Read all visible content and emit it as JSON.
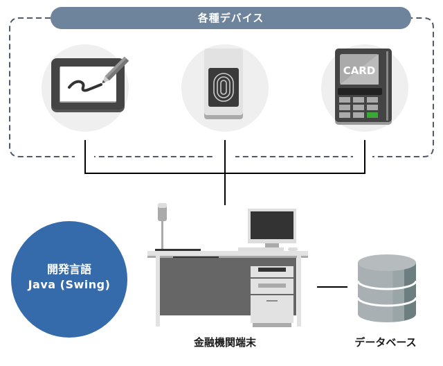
{
  "devices_group": {
    "title": "各種デバイス",
    "devices": [
      {
        "name": "signature-pad",
        "icon": "signature-tablet-icon"
      },
      {
        "name": "fingerprint-reader",
        "icon": "fingerprint-icon"
      },
      {
        "name": "card-terminal",
        "icon": "card-terminal-icon",
        "screen_text": "CARD"
      }
    ]
  },
  "language": {
    "label": "開発言語",
    "value": "Java (Swing)"
  },
  "terminal": {
    "label": "金融機関端末",
    "icon": "desk-computer-icon"
  },
  "database": {
    "label": "データベース",
    "icon": "database-icon"
  },
  "colors": {
    "pill": "#6e849d",
    "dash": "#4f5a68",
    "language_circle": "#356aab",
    "card_key_green": "#3aa935"
  }
}
